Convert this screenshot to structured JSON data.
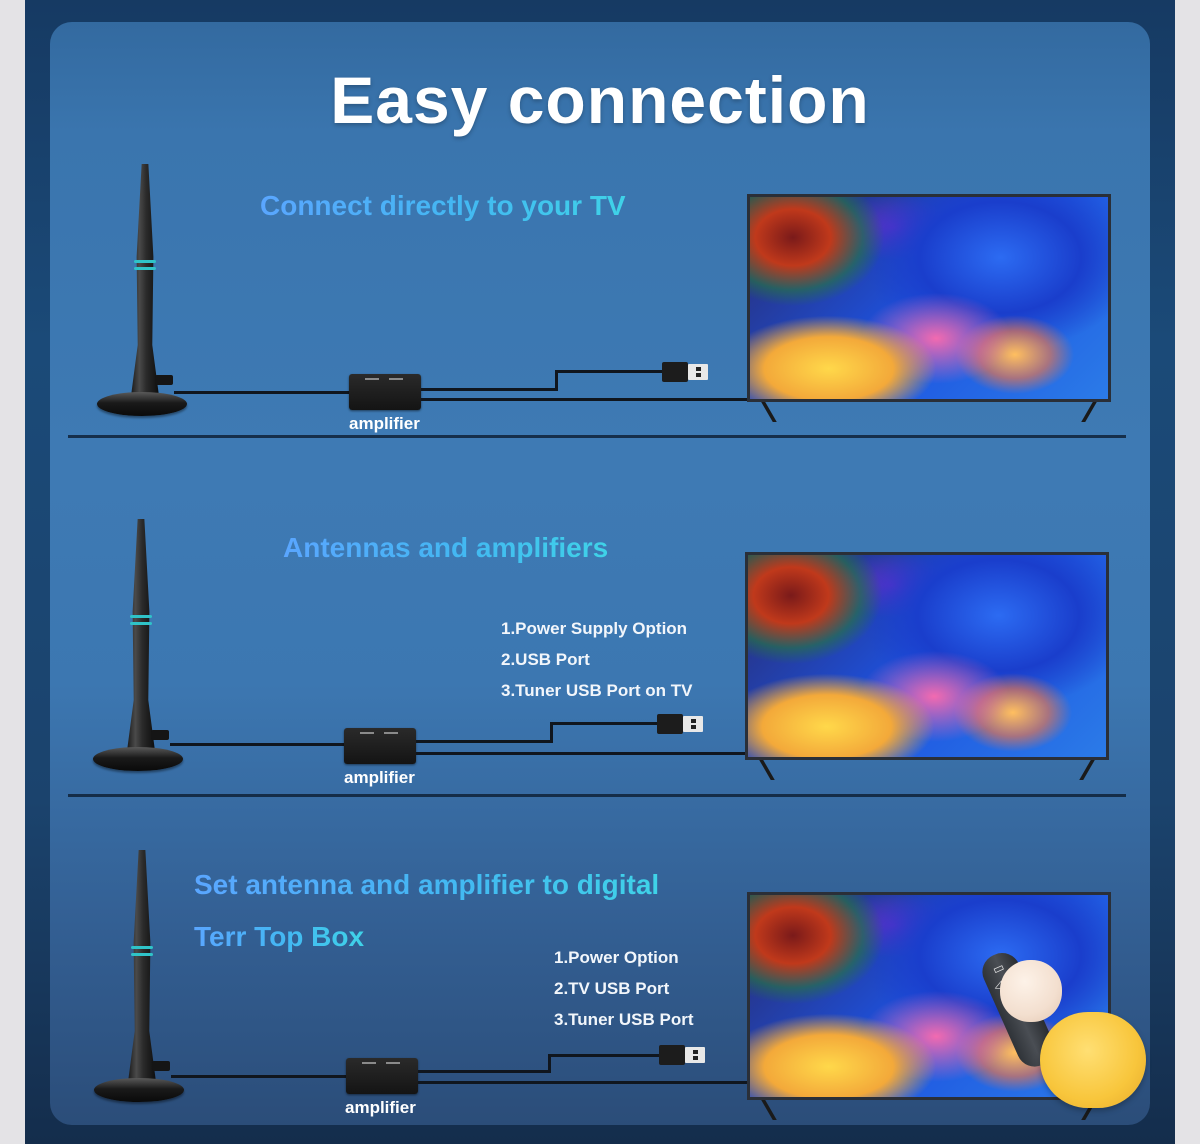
{
  "header": {
    "title": "Easy connection"
  },
  "sections": [
    {
      "title": "Connect directly to your TV",
      "amplifier_label": "amplifier",
      "notes": []
    },
    {
      "title": "Antennas and amplifiers",
      "amplifier_label": "amplifier",
      "notes": [
        "1.Power Supply Option",
        "2.USB Port",
        "3.Tuner USB Port on TV"
      ]
    },
    {
      "title_line1": "Set antenna and amplifier to digital",
      "title_line2": "Terr Top Box",
      "amplifier_label": "amplifier",
      "notes": [
        "1.Power Option",
        "2.TV USB Port",
        "3.Tuner USB Port"
      ]
    }
  ],
  "colors": {
    "page_background": "#e4e3e6",
    "frame": "#1b4a78",
    "panel": "#3c77b1",
    "title_text": "#ffffff",
    "section_title_gradient": [
      "#5aa6ff",
      "#3fd3e8"
    ],
    "antenna_ring_accent": "#2fc3c8",
    "remote_sleeve": "#f8c63c"
  },
  "icons": {
    "antenna": "antenna-icon",
    "amplifier": "amplifier-box-icon",
    "usb": "usb-plug-icon",
    "tv": "television-icon",
    "remote": "remote-control-icon",
    "hand": "hand-icon"
  }
}
